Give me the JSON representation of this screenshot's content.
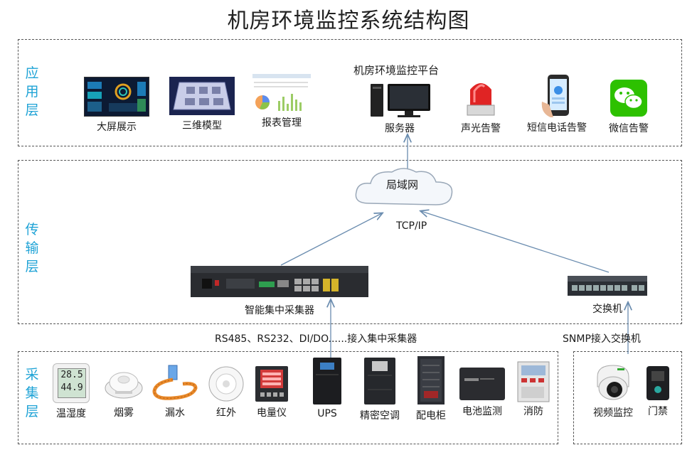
{
  "title": "机房环境监控系统结构图",
  "layers": {
    "app": "应用层",
    "transport": "传输层",
    "collection": "采集层"
  },
  "app": {
    "platform_title": "机房环境监控平台",
    "items": [
      {
        "label": "大屏展示",
        "icon": "dashboard-screen"
      },
      {
        "label": "三维模型",
        "icon": "3d-model"
      },
      {
        "label": "报表管理",
        "icon": "report"
      },
      {
        "label": "服务器",
        "icon": "server-pc"
      },
      {
        "label": "声光告警",
        "icon": "alarm-light"
      },
      {
        "label": "短信电话告警",
        "icon": "phone"
      },
      {
        "label": "微信告警",
        "icon": "wechat"
      }
    ]
  },
  "transport": {
    "cloud_label": "局域网",
    "protocol_label": "TCP/IP",
    "collector_label": "智能集中采集器",
    "switch_label": "交换机"
  },
  "notes": {
    "collector_access": "RS485、RS232、DI/DO......接入集中采集器",
    "switch_access": "SNMP接入交换机"
  },
  "collection": {
    "items": [
      {
        "label": "温湿度",
        "icon": "thermo-hygrometer",
        "display_top": "28.5",
        "display_bottom": "44.9"
      },
      {
        "label": "烟雾",
        "icon": "smoke-detector"
      },
      {
        "label": "漏水",
        "icon": "water-leak-cable"
      },
      {
        "label": "红外",
        "icon": "infrared-detector"
      },
      {
        "label": "电量仪",
        "icon": "power-meter"
      },
      {
        "label": "UPS",
        "icon": "ups"
      },
      {
        "label": "精密空调",
        "icon": "precision-ac"
      },
      {
        "label": "配电柜",
        "icon": "distribution-cabinet"
      },
      {
        "label": "电池监测",
        "icon": "battery-monitor"
      },
      {
        "label": "消防",
        "icon": "fire-panel"
      }
    ],
    "network_items": [
      {
        "label": "视频监控",
        "icon": "camera"
      },
      {
        "label": "门禁",
        "icon": "access-control"
      }
    ]
  },
  "colors": {
    "layer_label": "#1fa3d6",
    "connector": "#6a8caf"
  }
}
